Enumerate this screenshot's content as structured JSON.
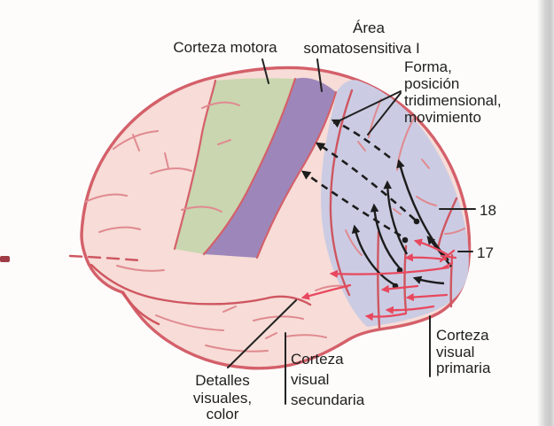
{
  "figure": {
    "type": "brain-lateral-visual-pathways-diagram",
    "labels": {
      "motor": "Corteza motora",
      "somato1": "Área",
      "somato2": "somatosensitiva I",
      "dorsal1": "Forma,",
      "dorsal2": "posición",
      "dorsal3": "tridimensional,",
      "dorsal4": "movimiento",
      "area18": "18",
      "area17": "17",
      "primary1": "Corteza",
      "primary2": "visual",
      "primary3": "primaria",
      "secondary1": "Corteza",
      "secondary2": "visual",
      "secondary3": "secundaria",
      "ventral1": "Detalles",
      "ventral2": "visuales,",
      "ventral3": "color"
    },
    "colors": {
      "brain_pink": "#f7dcd7",
      "outline_red": "#d4606a",
      "sulci_light": "#e08a90",
      "sulci_dark": "#cf5660",
      "motor_green": "#c9d6af",
      "somatosensory_purple": "#9d87ba",
      "visual_blue": "#cbcce3",
      "arrow_black": "#1c1c1c",
      "arrow_red": "#e8485e",
      "text": "#1f1f1f",
      "page_edge_gray": "#c9c9c9",
      "margin_mark_red": "#a03c46"
    }
  }
}
